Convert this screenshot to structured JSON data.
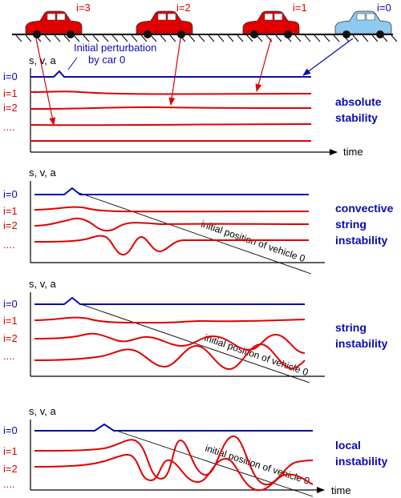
{
  "colors": {
    "ego": "#0a0ab0",
    "followers": "#e00000",
    "axes": "#000000",
    "car_lead": "#8ec9f0",
    "car_follow": "#e00000"
  },
  "road": {
    "cars": [
      {
        "label": "i=3",
        "color": "red"
      },
      {
        "label": "i=2",
        "color": "red"
      },
      {
        "label": "i=1",
        "color": "red"
      },
      {
        "label": "i=0",
        "color": "light-blue"
      }
    ],
    "annotation_line1": "Initial perturbation",
    "annotation_line2": "by car 0"
  },
  "panels": [
    {
      "id": "absolute",
      "y_label": "s, v, a",
      "x_label": "time",
      "row_labels": [
        "i=0",
        "i=1",
        "i=2",
        "...."
      ],
      "title_lines": [
        "absolute",
        "stability"
      ],
      "diagonal_label": ""
    },
    {
      "id": "convective",
      "y_label": "s, v, a",
      "x_label": "",
      "row_labels": [
        "i=0",
        "i=1",
        "i=2",
        "...."
      ],
      "title_lines": [
        "convective",
        "string",
        "instability"
      ],
      "diagonal_label": "initial position of vehicle 0"
    },
    {
      "id": "string",
      "y_label": "s, v, a",
      "x_label": "",
      "row_labels": [
        "i=0",
        "i=1",
        "i=2",
        "...."
      ],
      "title_lines": [
        "string",
        "instability"
      ],
      "diagonal_label": "initial position of vehicle 0"
    },
    {
      "id": "local",
      "y_label": "s, v, a",
      "x_label": "time",
      "row_labels": [
        "i=0",
        "i=1",
        "i=2",
        "...."
      ],
      "title_lines": [
        "local",
        "instability"
      ],
      "diagonal_label": "initial position of vehicle 0"
    }
  ]
}
